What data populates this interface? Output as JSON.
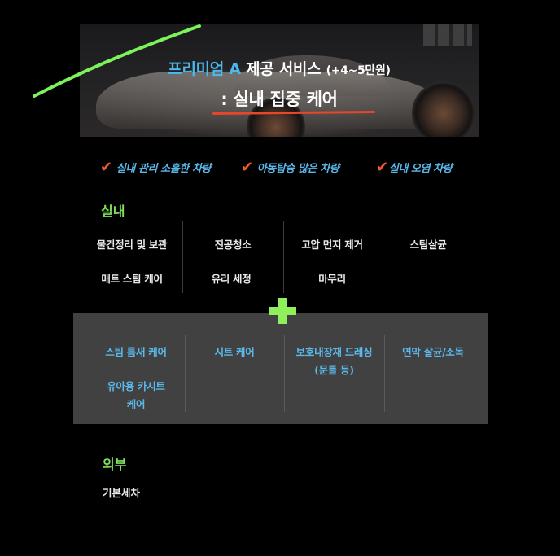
{
  "banner": {
    "title_accent": "프리미엄 A",
    "title_main": " 제공 서비스 ",
    "title_price": "(+4~5만원)",
    "subtitle": ": 실내 집중 케어",
    "colors": {
      "accent": "#4cb8ee",
      "underline": "#e8462a",
      "swoosh": "#7ef25a"
    }
  },
  "target_vehicles": [
    {
      "mark": "✔",
      "label": "실내 관리 소홀한 차량"
    },
    {
      "mark": "✔",
      "label": "아동탑승 많은 차량"
    },
    {
      "mark": "✔",
      "label": "실내 오염 차량"
    }
  ],
  "interior": {
    "heading": "실내",
    "items": [
      "물건정리 및 보관",
      "진공청소",
      "고압 먼지 제거",
      "스팀살균",
      "매트 스팀 케어",
      "유리 세정",
      "마무리"
    ]
  },
  "plus_icon": "plus-icon",
  "premium_extras": {
    "items": [
      "스팀 틈새 케어",
      "시트 케어",
      "보호내장재 드레싱",
      "(문틀 등)",
      "연막 살균/소독",
      "유아용 카시트",
      "케어"
    ]
  },
  "exterior": {
    "heading": "외부",
    "items": [
      "기본세차"
    ]
  },
  "colors": {
    "heading_green": "#7ee05a",
    "check_blue": "#5bb6e8",
    "check_mark": "#f05a2c",
    "panel_bg": "#414141",
    "plus_green": "#8ff05c"
  }
}
